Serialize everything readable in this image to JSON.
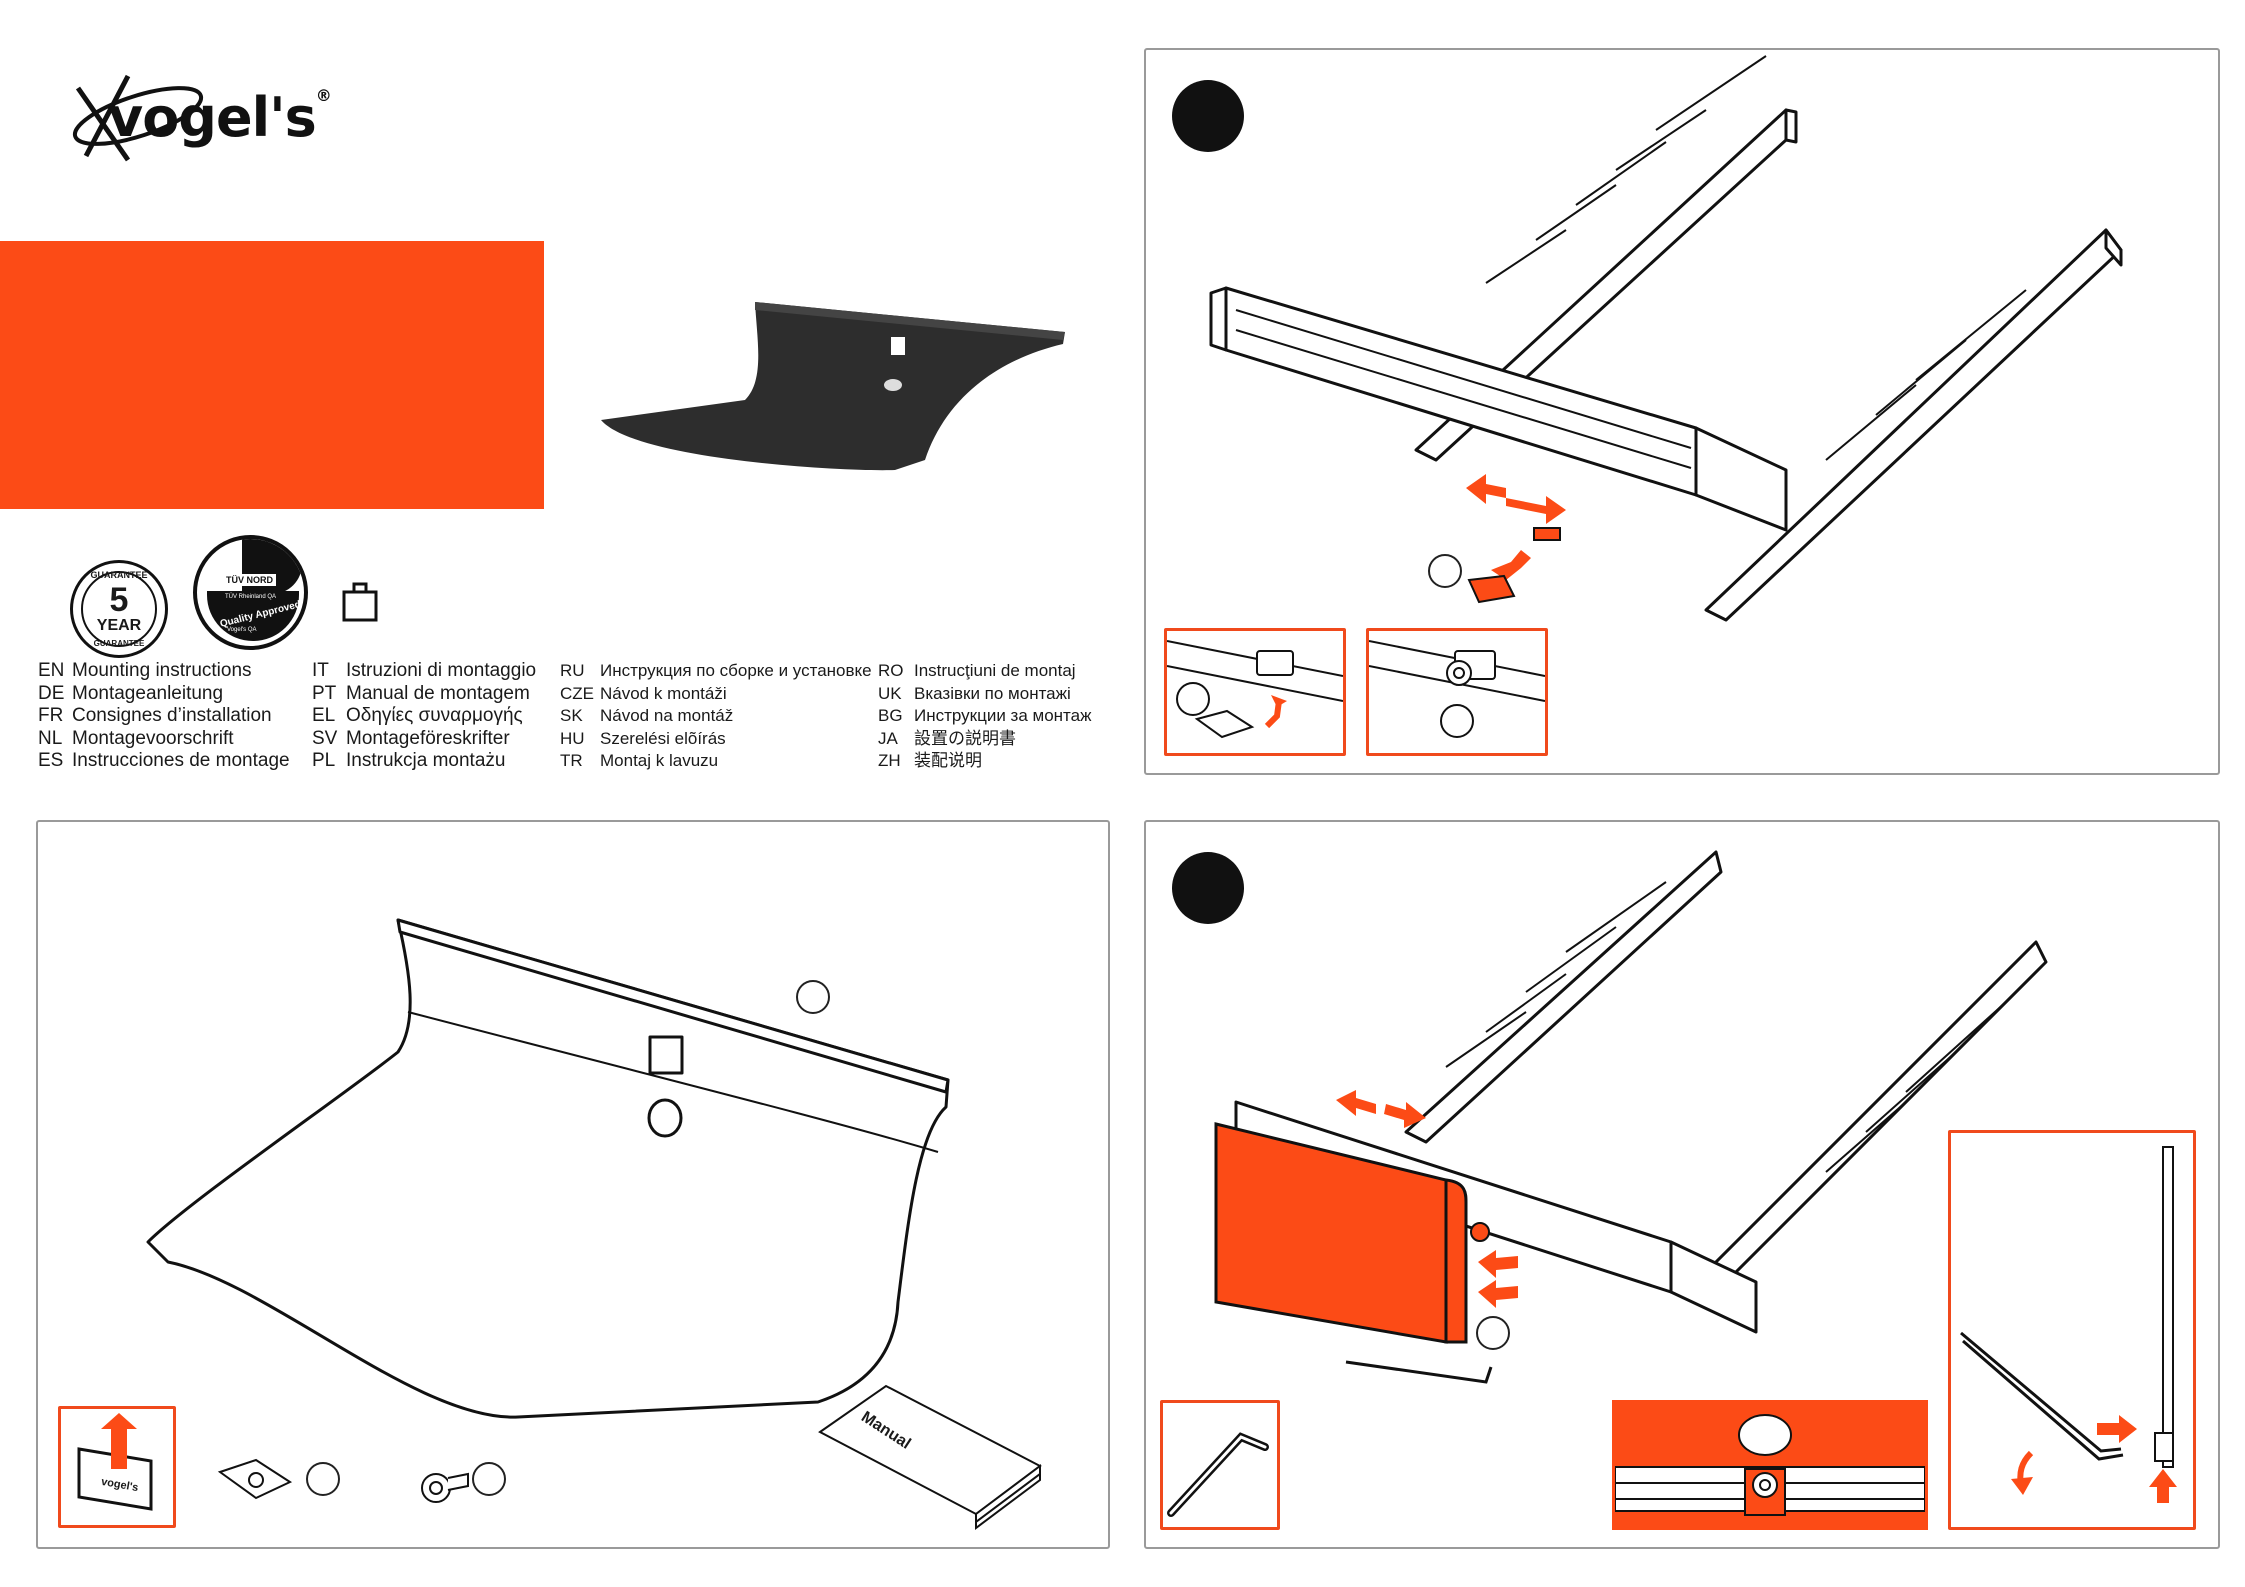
{
  "brand": {
    "name": "vogel's",
    "registered": "®"
  },
  "colors": {
    "accent": "#fc4b16",
    "frame": "#9a9a9a",
    "ink": "#111111"
  },
  "badges": {
    "guarantee": {
      "top": "GUARANTEE",
      "number": "5",
      "unit": "YEAR",
      "bottom": "GUARANTEE"
    },
    "tuv": {
      "name": "TÜV NORD",
      "line": "TÜV Rheinland QA",
      "approved": "Quality Approved",
      "ring": "Vogel's QA",
      "icon": "tuv-quality-icon"
    },
    "weight_icon": "weight-icon"
  },
  "languages": [
    [
      {
        "code": "EN",
        "label": "Mounting instructions"
      },
      {
        "code": "DE",
        "label": "Montageanleitung"
      },
      {
        "code": "FR",
        "label": "Consignes d’installation"
      },
      {
        "code": "NL",
        "label": "Montagevoorschrift"
      },
      {
        "code": "ES",
        "label": "Instrucciones de montage"
      }
    ],
    [
      {
        "code": "IT",
        "label": "Istruzioni di montaggio"
      },
      {
        "code": "PT",
        "label": "Manual de montagem"
      },
      {
        "code": "EL",
        "label": "Οδηγίες συναρμογής"
      },
      {
        "code": "SV",
        "label": "Montageföreskrifter"
      },
      {
        "code": "PL",
        "label": "Instrukcja montażu"
      }
    ],
    [
      {
        "code": "RU",
        "label": "Инструкция по сборке и установке"
      },
      {
        "code": "CZE",
        "label": "Návod k montáži"
      },
      {
        "code": "SK",
        "label": "Návod na montáž"
      },
      {
        "code": "HU",
        "label": "Szerelési elõírás"
      },
      {
        "code": "TR",
        "label": "Montaj k  lavuzu"
      }
    ],
    [
      {
        "code": "RO",
        "label": "Instrucţiuni de montaj"
      },
      {
        "code": "UK",
        "label": "Вказівки по монтажі"
      },
      {
        "code": "BG",
        "label": "Инструкции за монтаж"
      },
      {
        "code": "JA",
        "label": "設置の説明書"
      },
      {
        "code": "ZH",
        "label": "装配说明"
      }
    ]
  ],
  "parts_panel": {
    "manual_label": "Manual",
    "box_label": "vogel's",
    "box_icon": "unbox-arrow-icon"
  }
}
